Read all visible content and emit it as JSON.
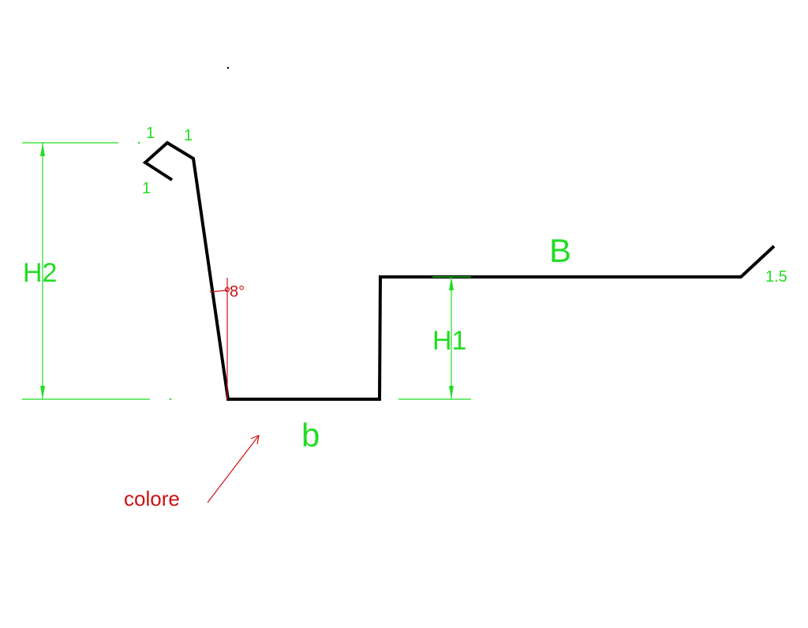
{
  "colors": {
    "profile": "#000000",
    "dimension": "#22dd22",
    "annotation": "#cc1111"
  },
  "labels": {
    "height_total": "H2",
    "height_step": "H1",
    "width_bottom": "b",
    "width_top": "B",
    "hook_top_left": "1",
    "hook_top_right": "1",
    "hook_bottom": "1",
    "end_flange": "1.5",
    "angle": "8°",
    "color_note": "colore"
  }
}
